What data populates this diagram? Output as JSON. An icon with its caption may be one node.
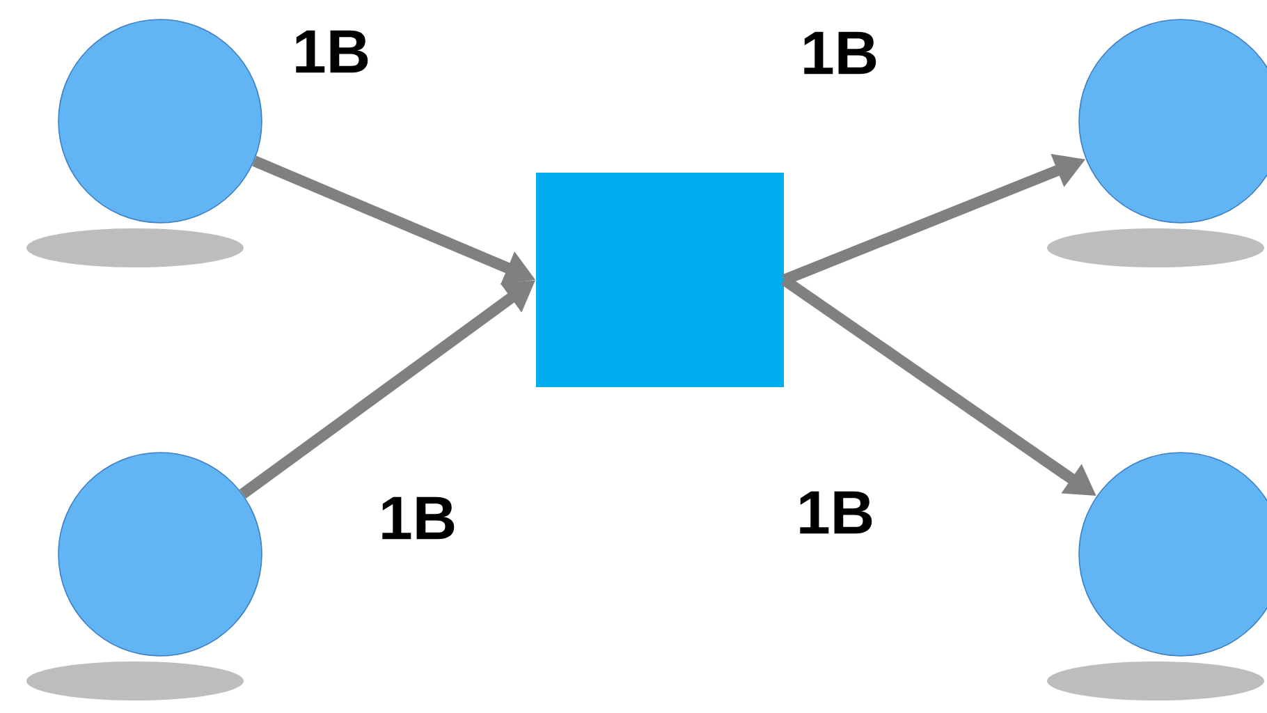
{
  "diagram": {
    "nodes": [
      {
        "text": [],
        "shape": "circle"
      },
      {
        "text": [],
        "shape": "circle"
      },
      {
        "text": [],
        "shape": "box"
      },
      {
        "text": [],
        "shape": "circle"
      },
      {
        "text": [],
        "shape": "circle"
      }
    ],
    "edges": [
      {
        "from": 0,
        "to": 2,
        "arrow": "to",
        "label": "1B"
      },
      {
        "from": 1,
        "to": 2,
        "arrow": "to",
        "label": "1B"
      },
      {
        "from": 2,
        "to": 3,
        "arrow": "to",
        "label": "1B"
      },
      {
        "from": 2,
        "to": 4,
        "arrow": "to",
        "label": "1B"
      }
    ]
  }
}
